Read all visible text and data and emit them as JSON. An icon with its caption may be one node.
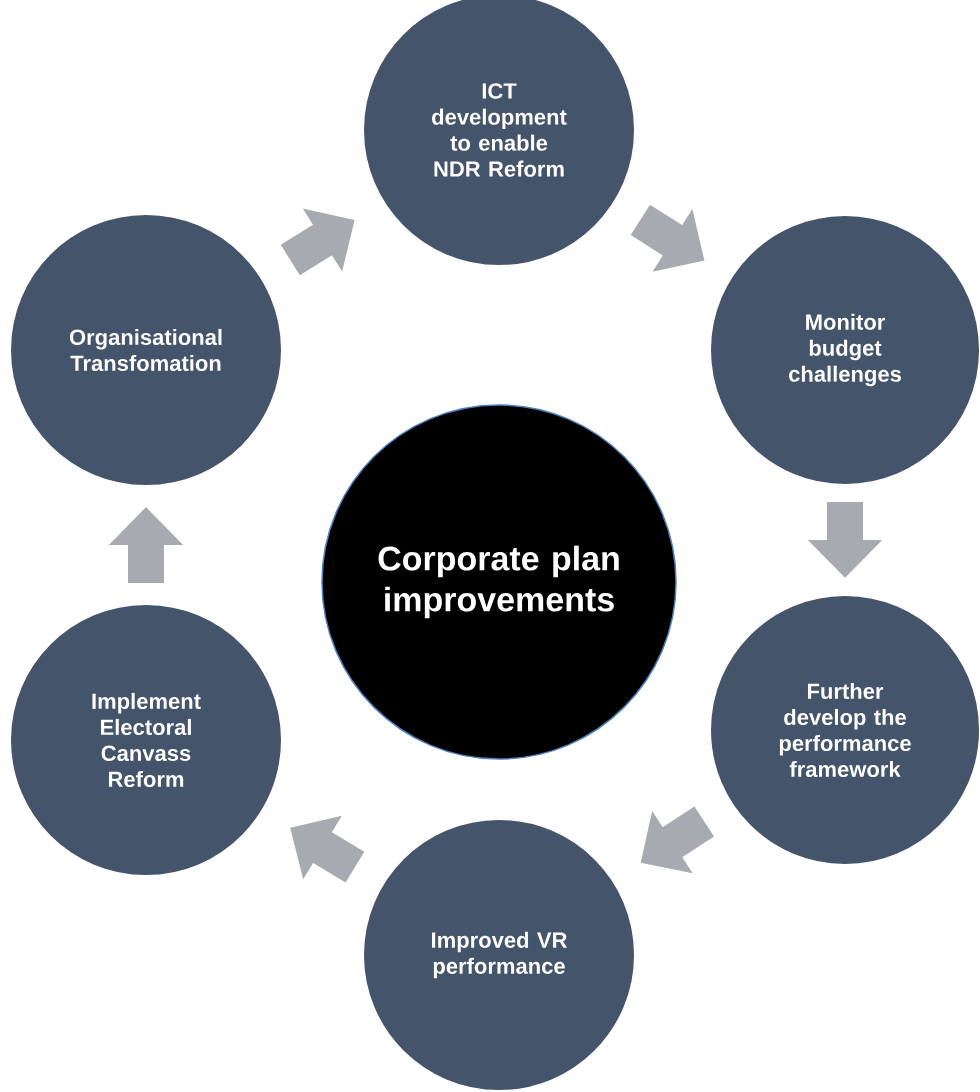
{
  "diagram": {
    "nodes": [
      {
        "text": [
          "ICT development to enable NDR Reform"
        ]
      },
      {
        "text": [
          "Monitor budget challenges"
        ]
      },
      {
        "text": [
          "Further develop the performance framework"
        ]
      },
      {
        "text": [
          "Improved VR performance"
        ]
      },
      {
        "text": [
          "Implement Electoral Canvass Reform"
        ]
      },
      {
        "text": [
          "Organisational Transfomation"
        ]
      },
      {
        "text": [
          "Corporate plan improvements"
        ]
      }
    ],
    "edges": [
      {
        "from": 0,
        "to": 1,
        "arrow": "to"
      },
      {
        "from": 1,
        "to": 2,
        "arrow": "to"
      },
      {
        "from": 2,
        "to": 3,
        "arrow": "to"
      },
      {
        "from": 3,
        "to": 4,
        "arrow": "to"
      },
      {
        "from": 4,
        "to": 5,
        "arrow": "to"
      },
      {
        "from": 5,
        "to": 0,
        "arrow": "to"
      }
    ]
  }
}
